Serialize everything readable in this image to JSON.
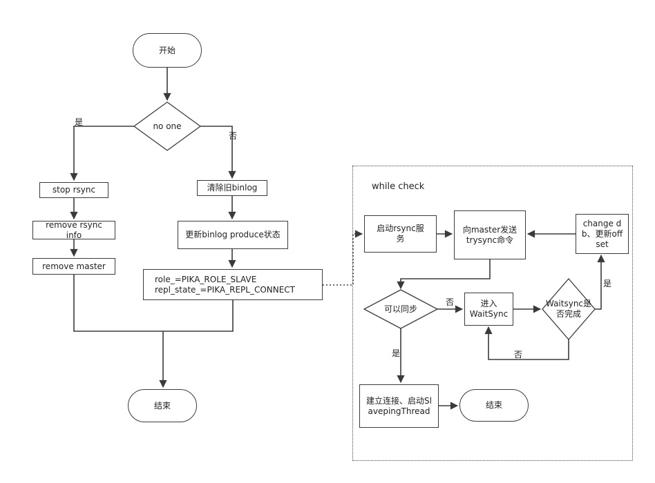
{
  "colors": {
    "line": "#3a3a3a",
    "background": "#ffffff",
    "box_fill": "#ffffff"
  },
  "nodes": {
    "start": "开始",
    "no_one": "no one",
    "stop_rsync": "stop rsync",
    "remove_rsync_info": "remove rsync info",
    "remove_master": "remove master",
    "clear_old_binlog": "清除旧binlog",
    "update_binlog_produce_state": "更新binlog produce状态",
    "set_role_line1": "role_=PIKA_ROLE_SLAVE",
    "set_role_line2": "repl_state_=PIKA_REPL_CONNECT",
    "end_left": "结束",
    "start_rsync_service": "启动rsync服务",
    "send_trysync": "向master发送trysync命令",
    "change_db_update_offset": "change db、更新offset",
    "can_sync": "可以同步",
    "enter_waitsync": "进入WaitSync",
    "waitsync_done": "Waitsync是否完成",
    "establish_connection": "建立连接、启动SlavepingThread",
    "end_right": "结束"
  },
  "labels": {
    "while_check": "while check",
    "branch_yes_left": "是",
    "branch_no_right": "否",
    "branch_no_cansync": "否",
    "branch_yes_cansync": "是",
    "branch_yes_waitsync": "是",
    "branch_no_waitsync": "否"
  }
}
